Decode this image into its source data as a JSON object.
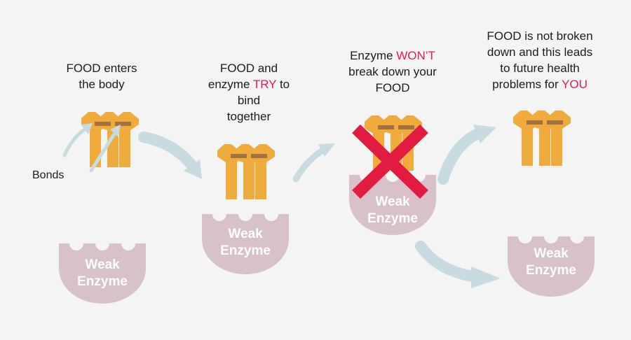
{
  "colors": {
    "background": "#f4f4f4",
    "food": "#efab3c",
    "bond": "#a2713d",
    "enzyme": "#d8c1c8",
    "enzyme_text": "#ffffff",
    "arrow": "#c8dbe0",
    "cross": "#e21b40",
    "highlight": "#e4195b"
  },
  "captions": {
    "step1": {
      "line1": "FOOD enters",
      "line2": "the body"
    },
    "step2": {
      "line1": "FOOD and",
      "line2_pre": "enzyme ",
      "line2_hl": "TRY",
      "line2_post": " to",
      "line3": "bind",
      "line4": "together"
    },
    "step3": {
      "line1_pre": "Enzyme ",
      "line1_hl": "WON’T",
      "line2": "break down your",
      "line3": "FOOD"
    },
    "step4": {
      "line1": "FOOD is not broken",
      "line2": "down and this leads",
      "line3": "to future health",
      "line4_pre": "problems for ",
      "line4_hl": "YOU"
    }
  },
  "labels": {
    "bonds": "Bonds",
    "enzyme_line1": "Weak",
    "enzyme_line2": "Enzyme"
  },
  "icons": [
    "food-molecule-icon",
    "enzyme-icon",
    "flow-arrow-icon",
    "cross-icon",
    "bond-arrow-icon"
  ]
}
